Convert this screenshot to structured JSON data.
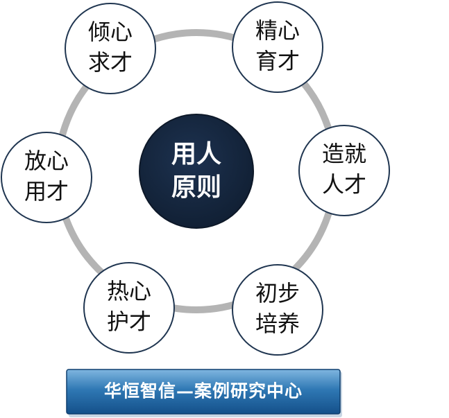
{
  "center": {
    "line1": "用人",
    "line2": "原则"
  },
  "nodes": [
    {
      "line1": "倾心",
      "line2": "求才"
    },
    {
      "line1": "精心",
      "line2": "育才"
    },
    {
      "line1": "造就",
      "line2": "人才"
    },
    {
      "line1": "初步",
      "line2": "培养"
    },
    {
      "line1": "热心",
      "line2": "护才"
    },
    {
      "line1": "放心",
      "line2": "用才"
    }
  ],
  "banner": {
    "text": "华恒智信—案例研究中心"
  },
  "colors": {
    "center_fill": "#15263d",
    "ring": "#b4b4b4",
    "node_border": "#1f3550",
    "banner_fill": "#2a6fa8"
  }
}
